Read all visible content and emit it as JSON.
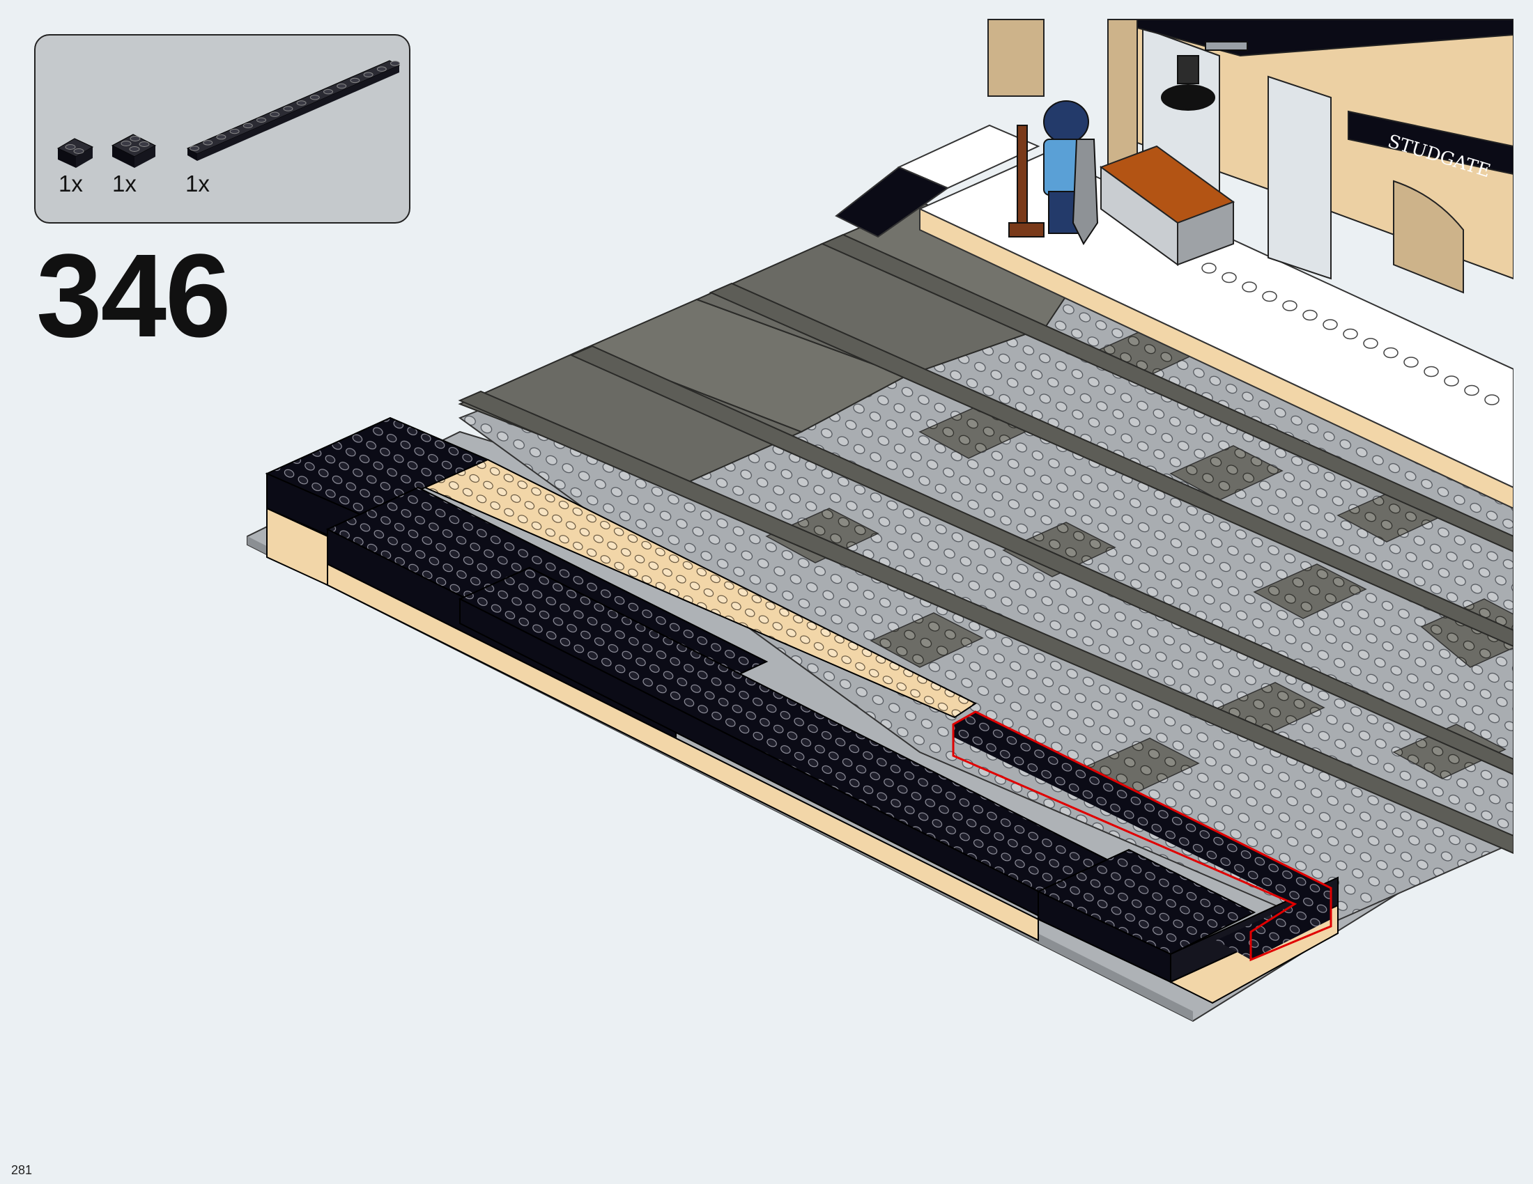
{
  "step": {
    "number": "346"
  },
  "page": {
    "number": "281"
  },
  "parts_callout": {
    "parts": [
      {
        "name": "black-brick-1x2",
        "quantity": "1x"
      },
      {
        "name": "black-brick-2x2",
        "quantity": "1x"
      },
      {
        "name": "black-plate-1x16",
        "quantity": "1x"
      }
    ]
  },
  "scene": {
    "station_sign": "STUDGATE",
    "highlight_color": "#e00000",
    "colors": {
      "black": "#0b0b16",
      "tan": "#f3d5a6",
      "dark_gray": "#6e6d66",
      "light_gray": "#aaaeb2",
      "white": "#ffffff",
      "reddish_brown": "#b35414",
      "navy": "#233a6a"
    }
  }
}
